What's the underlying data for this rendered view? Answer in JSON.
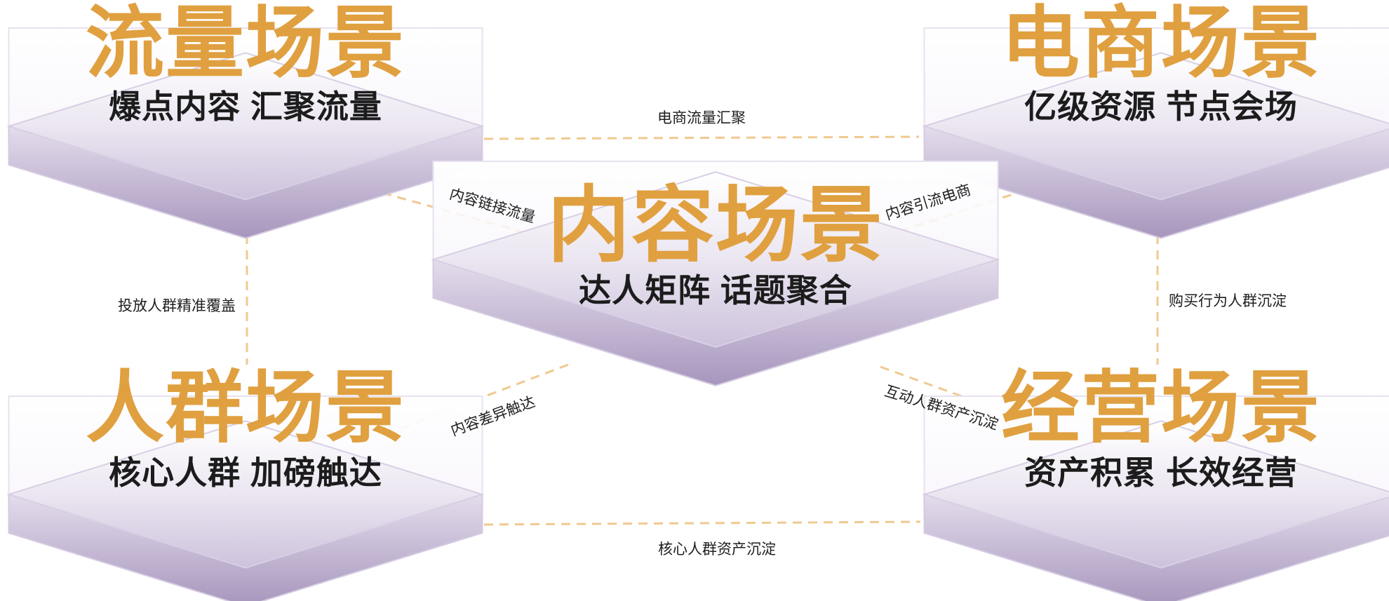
{
  "nodes": [
    {
      "id": "traffic",
      "title": "流量场景",
      "subtitle": "爆点内容 汇聚流量"
    },
    {
      "id": "ecommerce",
      "title": "电商场景",
      "subtitle": "亿级资源 节点会场"
    },
    {
      "id": "content",
      "title": "内容场景",
      "subtitle": "达人矩阵 话题聚合"
    },
    {
      "id": "crowd",
      "title": "人群场景",
      "subtitle": "核心人群 加磅触达"
    },
    {
      "id": "operation",
      "title": "经营场景",
      "subtitle": "资产积累 长效经营"
    }
  ],
  "edges": [
    {
      "id": "traffic-ecommerce",
      "label": "电商流量汇聚"
    },
    {
      "id": "traffic-content",
      "label": "内容链接流量"
    },
    {
      "id": "content-ecommerce",
      "label": "内容引流电商"
    },
    {
      "id": "traffic-crowd",
      "label": "投放人群精准覆盖"
    },
    {
      "id": "ecommerce-operation",
      "label": "购买行为人群沉淀"
    },
    {
      "id": "content-crowd",
      "label": "内容差异触达"
    },
    {
      "id": "content-operation",
      "label": "互动人群资产沉淀"
    },
    {
      "id": "crowd-operation",
      "label": "核心人群资产沉淀"
    }
  ],
  "colors": {
    "title": "#e0a040",
    "subtitle": "#1c1c1c",
    "connector": "#f0c990",
    "platform_top": "#d9d0e5",
    "platform_side": "#a99abf"
  }
}
